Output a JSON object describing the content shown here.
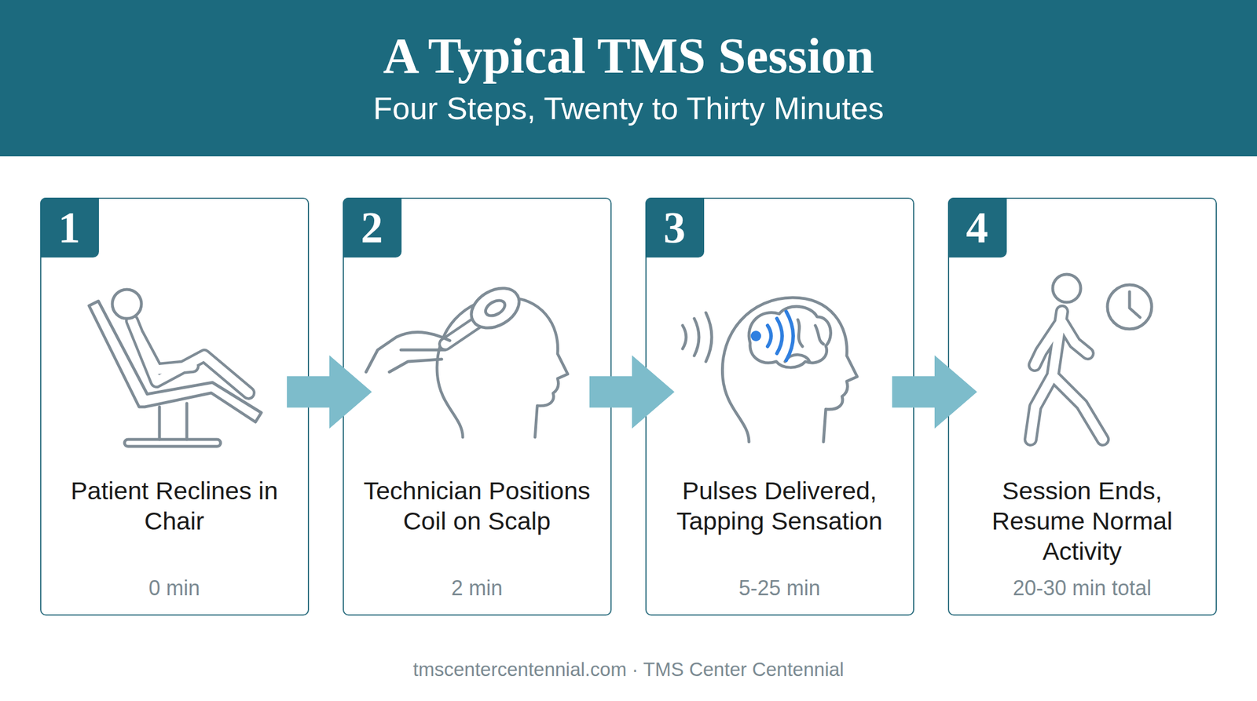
{
  "diagram": {
    "title": "A Typical TMS Session",
    "caption": "tmscentercentennial.com · TMS Center Centennial",
    "nodes": [
      {
        "text": [
          "Patient Reclines in Chair",
          "0 min"
        ]
      },
      {
        "text": [
          "1"
        ],
        "in": 0
      },
      {
        "text": [
          "Technician Positions Coil on Scalp",
          "2 min"
        ]
      },
      {
        "text": [
          "2"
        ],
        "in": 2
      },
      {
        "text": [
          "Pulses Delivered, Tapping Sensation",
          "5-25 min"
        ]
      },
      {
        "text": [
          "3"
        ],
        "in": 4
      },
      {
        "text": [
          "Session Ends, Resume Normal Activity",
          "20-30 min total"
        ]
      },
      {
        "text": [
          "4"
        ],
        "in": 6
      }
    ],
    "edges": [
      {
        "from": 0,
        "to": 2,
        "arrow": "to"
      },
      {
        "from": 2,
        "to": 4,
        "arrow": "to"
      },
      {
        "from": 4,
        "to": 6,
        "arrow": "to"
      }
    ],
    "labels": [
      "Four Steps, Twenty to Thirty Minutes"
    ]
  }
}
